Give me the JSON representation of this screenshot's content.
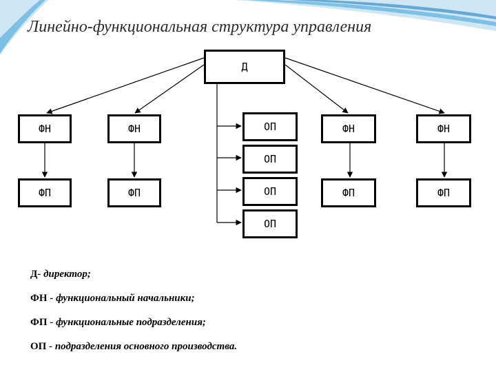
{
  "title": "Линейно-функциональная структура управления",
  "boxes": {
    "director": "Д",
    "fn": [
      "ФН",
      "ФН",
      "ФН",
      "ФН"
    ],
    "fp": [
      "ФП",
      "ФП",
      "ФП",
      "ФП"
    ],
    "op": [
      "ОП",
      "ОП",
      "ОП",
      "ОП"
    ]
  },
  "legend": [
    {
      "key": "Д",
      "sep": "- ",
      "text": "директор;"
    },
    {
      "key": "ФН",
      "sep": " - ",
      "text": "функциональный начальники;"
    },
    {
      "key": "ФП",
      "sep": " - ",
      "text": "функциональные подразделения;"
    },
    {
      "key": "ОП",
      "sep": " - ",
      "text": "подразделения основного производства."
    }
  ],
  "colors": {
    "decor_light": "#cfe6f4",
    "decor_mid": "#7cc0e6",
    "decor_dark": "#1f7fc0"
  }
}
